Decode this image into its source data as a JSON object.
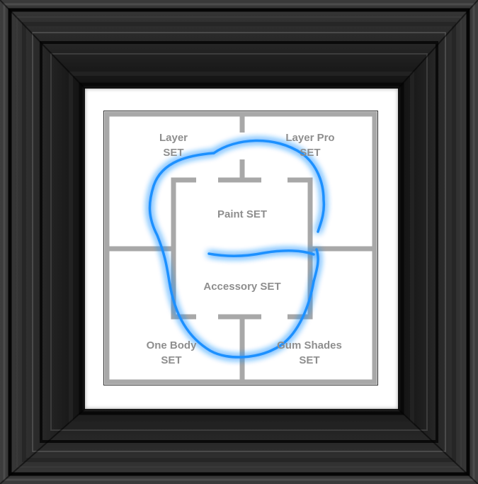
{
  "colors": {
    "frame_dark": "#0e0e0e",
    "frame_mid": "#2a2a2a",
    "frame_light": "#4a4a4a",
    "divider_gray": "#a8a8a8",
    "label_gray": "#8e8e8e",
    "glow_blue": "#1e90ff",
    "mat": "#ffffff"
  },
  "icons": {
    "frame": "picture-frame-icon",
    "outline": "face-outline-icon"
  },
  "labels": {
    "layer": {
      "line1": "Layer",
      "line2": "SET"
    },
    "layer_pro": {
      "line1": "Layer Pro",
      "line2": "SET"
    },
    "paint": {
      "line1": "Paint SET"
    },
    "accessory": {
      "line1": "Accessory SET"
    },
    "one_body": {
      "line1": "One Body",
      "line2": "SET"
    },
    "gum_shades": {
      "line1": "Gum Shades",
      "line2": "SET"
    }
  }
}
